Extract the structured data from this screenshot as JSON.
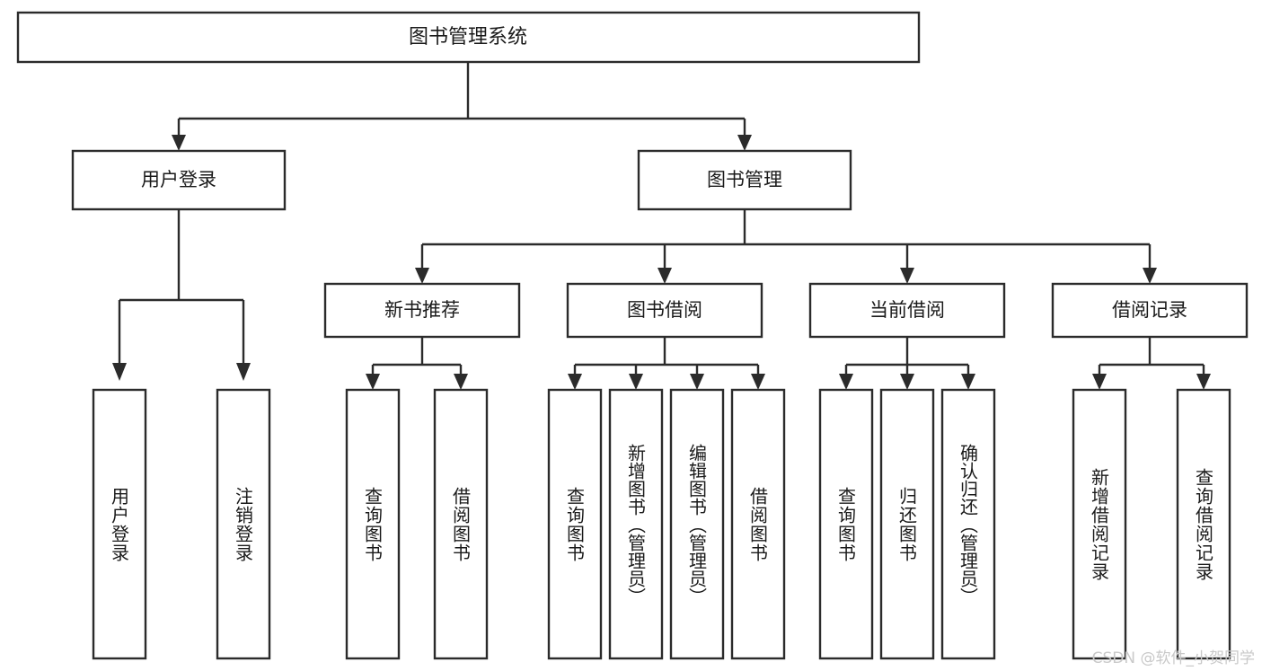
{
  "diagram": {
    "type": "tree-hierarchy",
    "title": "图书管理系统",
    "watermark": "CSDN @软件_小贺同学",
    "colors": {
      "box_fill": "#ffffff",
      "box_stroke": "#2b2b2b",
      "text": "#1a1a1a",
      "background": "#ffffff",
      "watermark": "#c9c9c9"
    },
    "levels": {
      "root": {
        "label": "图书管理系统"
      },
      "level2": [
        {
          "label": "用户登录"
        },
        {
          "label": "图书管理"
        }
      ],
      "level3": [
        {
          "label": "新书推荐"
        },
        {
          "label": "图书借阅"
        },
        {
          "label": "当前借阅"
        },
        {
          "label": "借阅记录"
        }
      ]
    },
    "nodes": {
      "root": "图书管理系统",
      "user_login": "用户登录",
      "book_manage": "图书管理",
      "new_book_rec": "新书推荐",
      "book_borrow": "图书借阅",
      "current_borrow": "当前借阅",
      "borrow_record": "借阅记录",
      "leaf_user_login": "用户登录",
      "leaf_logout": "注销登录",
      "leaf_query_book_1": "查询图书",
      "leaf_borrow_book_1": "借阅图书",
      "leaf_query_book_2": "查询图书",
      "leaf_add_book_admin": "新增图书（管理员）",
      "leaf_edit_book_admin": "编辑图书（管理员）",
      "leaf_borrow_book_2": "借阅图书",
      "leaf_query_book_3": "查询图书",
      "leaf_return_book": "归还图书",
      "leaf_confirm_return_admin": "确认归还（管理员）",
      "leaf_add_record": "新增借阅记录",
      "leaf_query_record": "查询借阅记录"
    },
    "tree": [
      {
        "label": "图书管理系统",
        "children": [
          {
            "label": "用户登录",
            "children": [
              {
                "label": "用户登录"
              },
              {
                "label": "注销登录"
              }
            ]
          },
          {
            "label": "图书管理",
            "children": [
              {
                "label": "新书推荐",
                "children": [
                  {
                    "label": "查询图书"
                  },
                  {
                    "label": "借阅图书"
                  }
                ]
              },
              {
                "label": "图书借阅",
                "children": [
                  {
                    "label": "查询图书"
                  },
                  {
                    "label": "新增图书（管理员）"
                  },
                  {
                    "label": "编辑图书（管理员）"
                  },
                  {
                    "label": "借阅图书"
                  }
                ]
              },
              {
                "label": "当前借阅",
                "children": [
                  {
                    "label": "查询图书"
                  },
                  {
                    "label": "归还图书"
                  },
                  {
                    "label": "确认归还（管理员）"
                  }
                ]
              },
              {
                "label": "借阅记录",
                "children": [
                  {
                    "label": "新增借阅记录"
                  },
                  {
                    "label": "查询借阅记录"
                  }
                ]
              }
            ]
          }
        ]
      }
    ]
  }
}
